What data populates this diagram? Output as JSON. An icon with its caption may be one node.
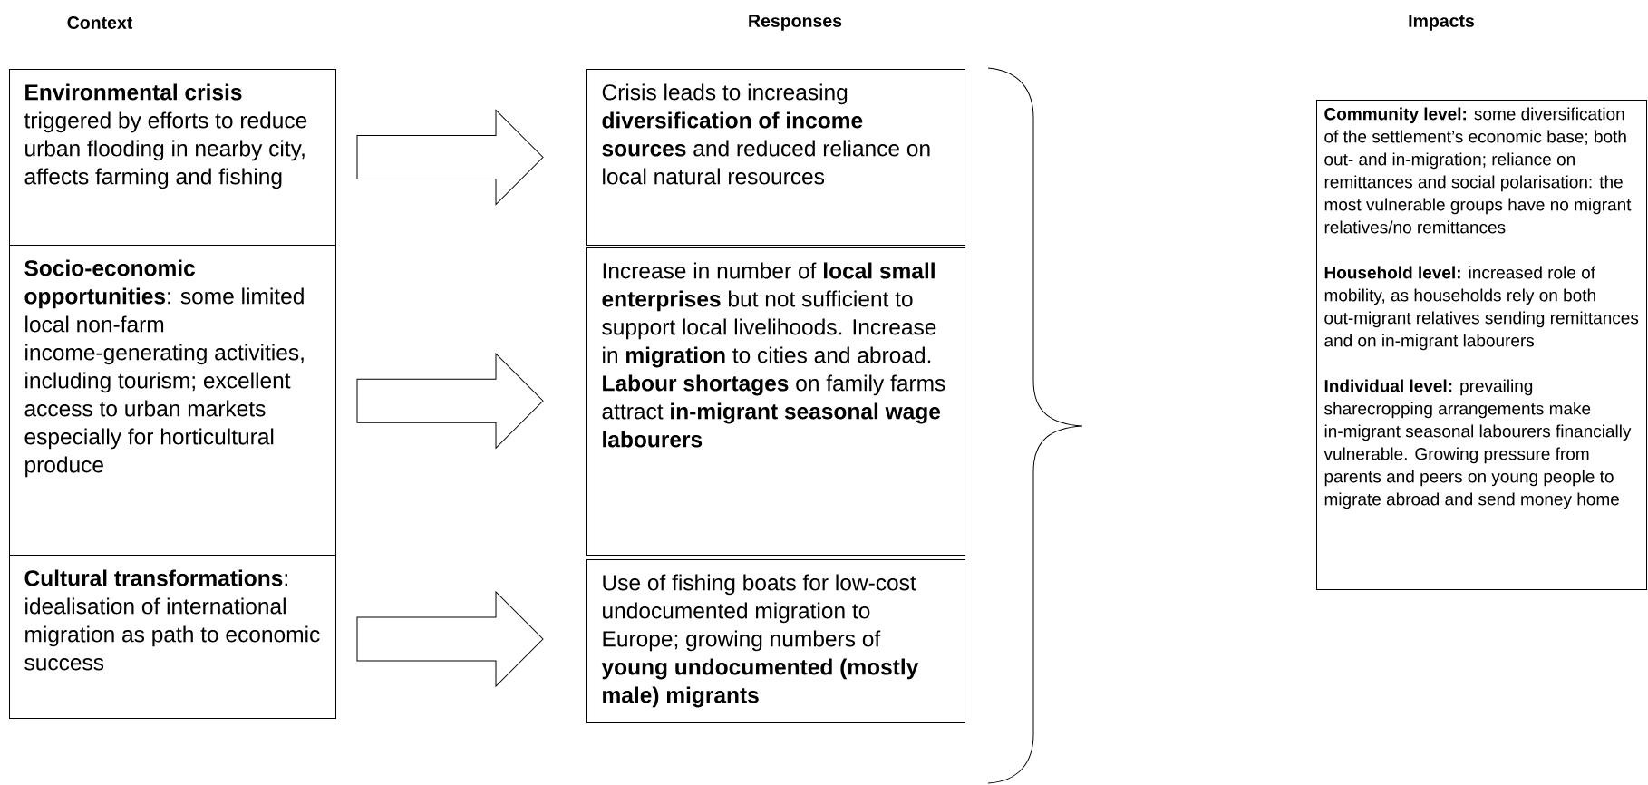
{
  "diagram": {
    "nodes": [
      {
        "text": [
          "**Environmental crisis** triggered by efforts to reduce urban flooding in nearby city, affects farming and fishing"
        ]
      },
      {
        "text": [
          "**Socio-economic opportunities**:  some limited local non-farm income-generating activities, including tourism; excellent access to urban markets especially for horticultural produce"
        ]
      },
      {
        "text": [
          "**Cultural transformations**: idealisation of international migration as path to economic success"
        ]
      },
      {
        "text": [
          "Crisis leads to increasing **diversification of income sources** and reduced reliance on local natural resources"
        ]
      },
      {
        "text": [
          "Increase in number of **local small enterprises** but not sufficient to support local livelihoods. Increase in **migration** to cities and abroad. **Labour shortages** on family farms attract **in-migrant seasonal wage labourers**"
        ]
      },
      {
        "text": [
          "Use of fishing boats for low-cost undocumented migration to Europe; growing numbers of **young undocumented (mostly male) migrants**"
        ]
      },
      {
        "text": [
          "**Community level:** some diversification of the settlement’s economic base; both out- and in-migration; reliance on remittances and social polarisation: the most vulnerable groups have no migrant relatives/no remittances",
          "**Household level:** increased role of mobility, as households rely on both out-migrant relatives sending remittances and on in-migrant labourers",
          "**Individual level:** prevailing sharecropping arrangements make in-migrant seasonal labourers financially vulnerable. Growing pressure from parents and peers on young people to migrate abroad and send money home"
        ]
      }
    ],
    "edges": [
      {
        "from": 0,
        "to": 3,
        "arrow": "to"
      },
      {
        "from": 1,
        "to": 4,
        "arrow": "to"
      },
      {
        "from": 2,
        "to": 5,
        "arrow": "to"
      }
    ],
    "labels": [
      "Context",
      "Responses",
      "Impacts"
    ]
  }
}
